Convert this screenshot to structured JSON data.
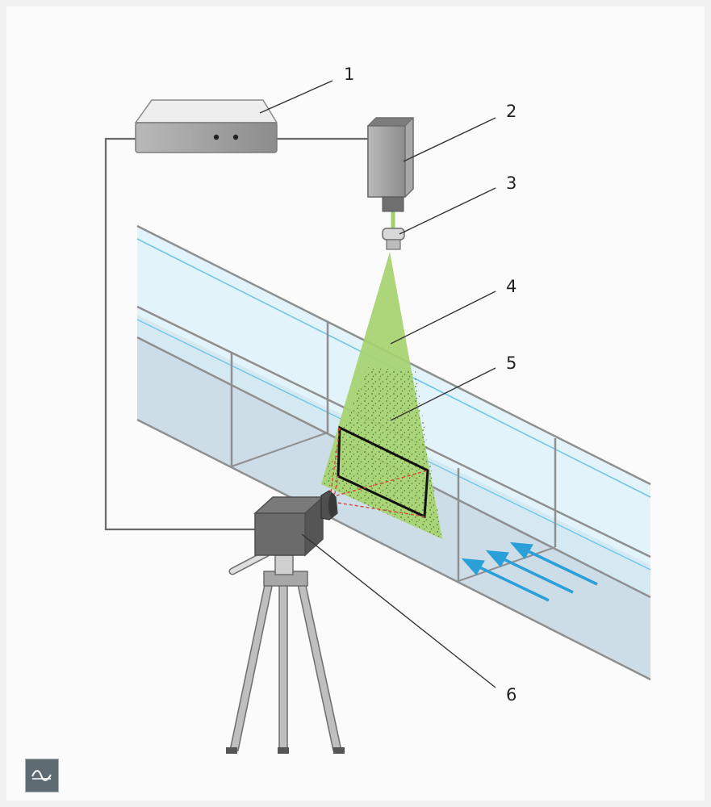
{
  "callouts": [
    {
      "id": "1",
      "label": "1"
    },
    {
      "id": "2",
      "label": "2"
    },
    {
      "id": "3",
      "label": "3"
    },
    {
      "id": "4",
      "label": "4"
    },
    {
      "id": "5",
      "label": "5"
    },
    {
      "id": "6",
      "label": "6"
    }
  ],
  "colors": {
    "background": "#fbfbfb",
    "water": "#dff1f9",
    "channel_wall": "#c8dbe6",
    "laser_sheet": "#9fd06a",
    "flow_arrow": "#2a9fd8",
    "equipment_gray": "#9a9a9a",
    "wire": "#666666"
  },
  "controls": {
    "view_toggle_icon": "wave-icon"
  }
}
